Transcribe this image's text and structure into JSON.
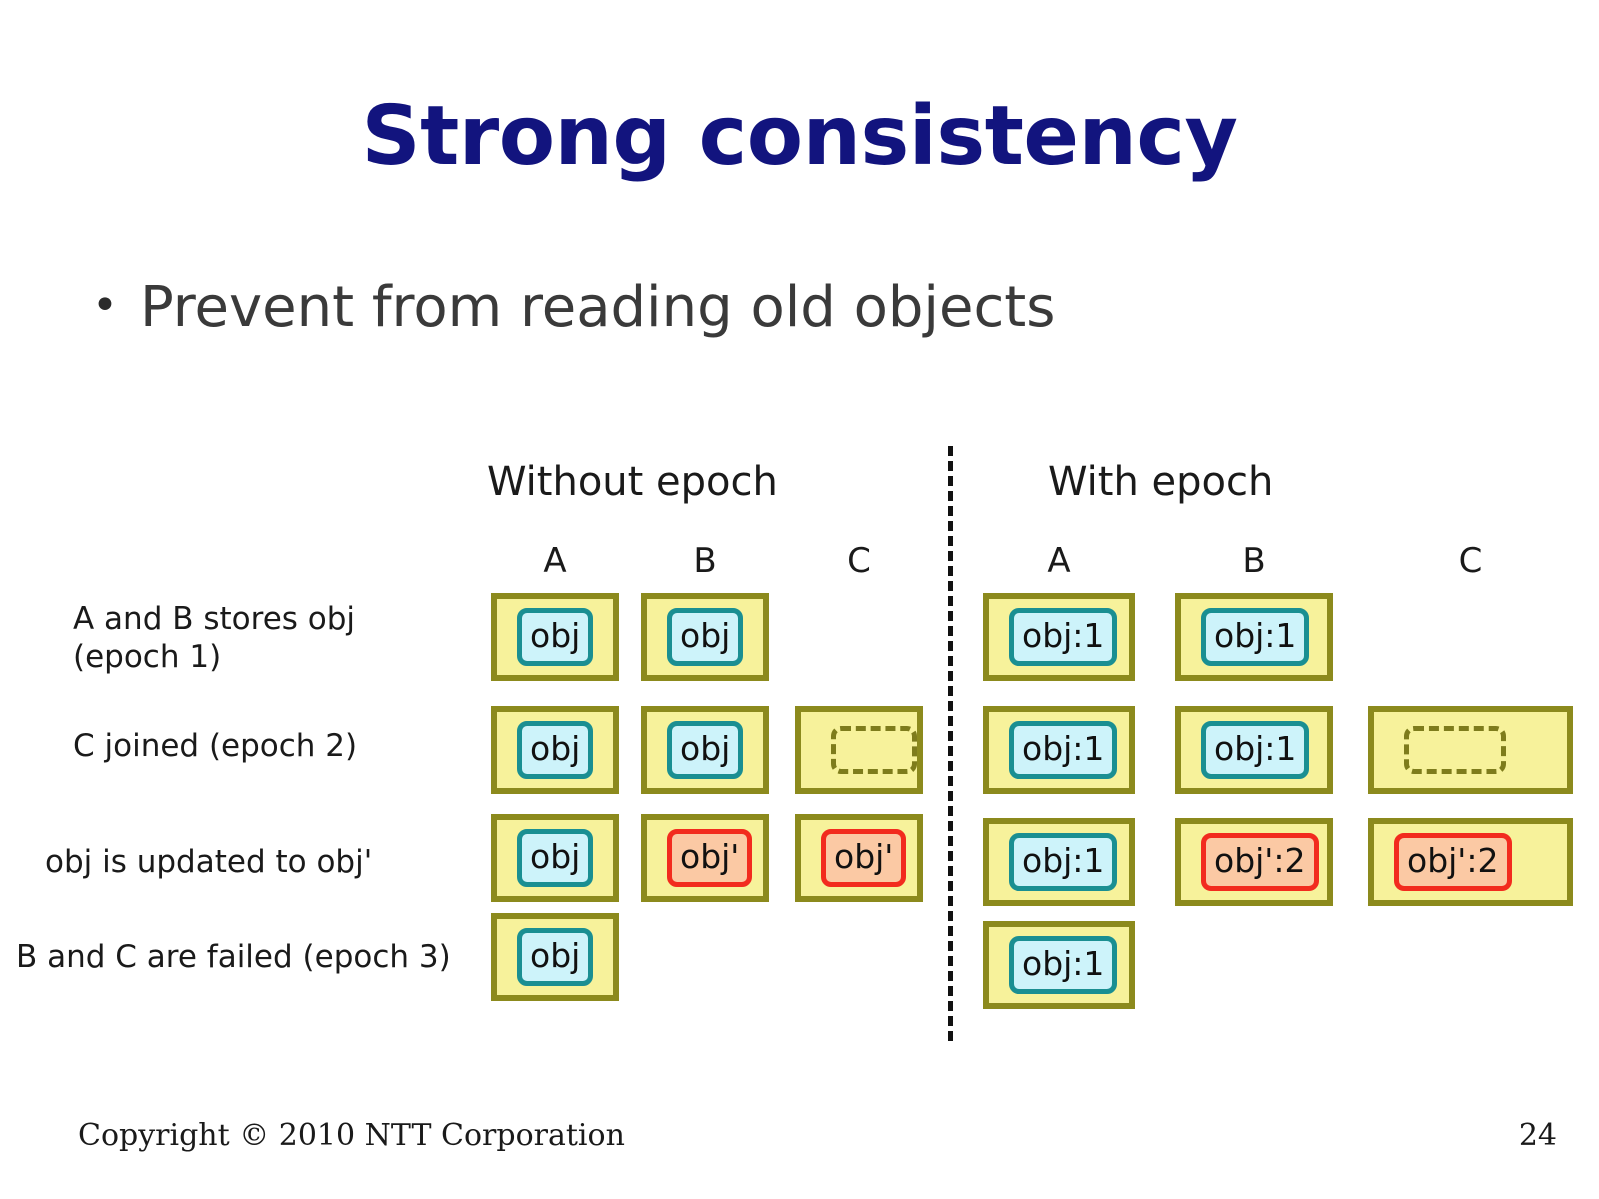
{
  "slide": {
    "title": "Strong consistency",
    "bullet_marker": "•",
    "bullet_text": "Prevent from reading old objects"
  },
  "diagram": {
    "panels": [
      {
        "id": "without-epoch",
        "title": "Without epoch",
        "columns": [
          "A",
          "B",
          "C"
        ]
      },
      {
        "id": "with-epoch",
        "title": "With epoch",
        "columns": [
          "A",
          "B",
          "C"
        ]
      }
    ],
    "row_labels": [
      "A and B stores obj\n(epoch 1)",
      "C joined (epoch 2)",
      "obj is updated to obj'",
      "B and C are failed (epoch 3)"
    ],
    "without_epoch_rows": [
      [
        {
          "present": true,
          "kind": "old",
          "label": "obj"
        },
        {
          "present": true,
          "kind": "old",
          "label": "obj"
        },
        {
          "present": false,
          "kind": "none",
          "label": ""
        }
      ],
      [
        {
          "present": true,
          "kind": "old",
          "label": "obj"
        },
        {
          "present": true,
          "kind": "old",
          "label": "obj"
        },
        {
          "present": true,
          "kind": "empty",
          "label": ""
        }
      ],
      [
        {
          "present": true,
          "kind": "old",
          "label": "obj"
        },
        {
          "present": true,
          "kind": "updated",
          "label": "obj'"
        },
        {
          "present": true,
          "kind": "updated",
          "label": "obj'"
        }
      ],
      [
        {
          "present": true,
          "kind": "old",
          "label": "obj"
        },
        {
          "present": false,
          "kind": "none",
          "label": ""
        },
        {
          "present": false,
          "kind": "none",
          "label": ""
        }
      ]
    ],
    "with_epoch_rows": [
      [
        {
          "present": true,
          "kind": "old",
          "label": "obj:1"
        },
        {
          "present": true,
          "kind": "old",
          "label": "obj:1"
        },
        {
          "present": false,
          "kind": "none",
          "label": ""
        }
      ],
      [
        {
          "present": true,
          "kind": "old",
          "label": "obj:1"
        },
        {
          "present": true,
          "kind": "old",
          "label": "obj:1"
        },
        {
          "present": true,
          "kind": "empty",
          "label": ""
        }
      ],
      [
        {
          "present": true,
          "kind": "old",
          "label": "obj:1"
        },
        {
          "present": true,
          "kind": "updated",
          "label": "obj':2"
        },
        {
          "present": true,
          "kind": "updated",
          "label": "obj':2"
        }
      ],
      [
        {
          "present": true,
          "kind": "old",
          "label": "obj:1"
        },
        {
          "present": false,
          "kind": "none",
          "label": ""
        },
        {
          "present": false,
          "kind": "none",
          "label": ""
        }
      ]
    ]
  },
  "footer": {
    "copyright": "Copyright © 2010 NTT Corporation",
    "page_number": "24"
  },
  "colors": {
    "title": "#12147e",
    "node_box_fill": "#f7f29b",
    "node_box_border": "#8c8a1d",
    "chip_old_fill": "#cdf3fa",
    "chip_old_border": "#1a8f92",
    "chip_updated_fill": "#fbc9a4",
    "chip_updated_border": "#f22b1e",
    "body_text": "#1a1a1a"
  }
}
